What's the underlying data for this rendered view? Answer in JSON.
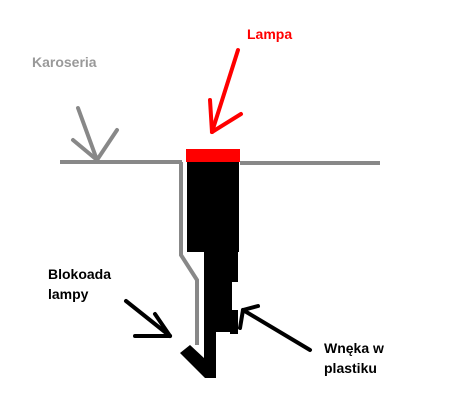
{
  "labels": {
    "karoseria": "Karoseria",
    "lampa": "Lampa",
    "blokada_line1": "Blokoada",
    "blokada_line2": "lampy",
    "wneka_line1": "Wnęka w",
    "wneka_line2": "plastiku"
  },
  "colors": {
    "body_gray": "#888888",
    "lamp_red": "#ff0000",
    "lamp_black": "#000000",
    "karoseria_label": "#999999",
    "lampa_label": "#ff0000",
    "text_black": "#000000"
  },
  "icons": {
    "karoseria_pointer": "arrow-down-icon",
    "lampa_pointer": "arrow-down-left-icon",
    "blokada_pointer": "arrow-down-right-icon",
    "wneka_pointer": "arrow-up-left-icon"
  }
}
